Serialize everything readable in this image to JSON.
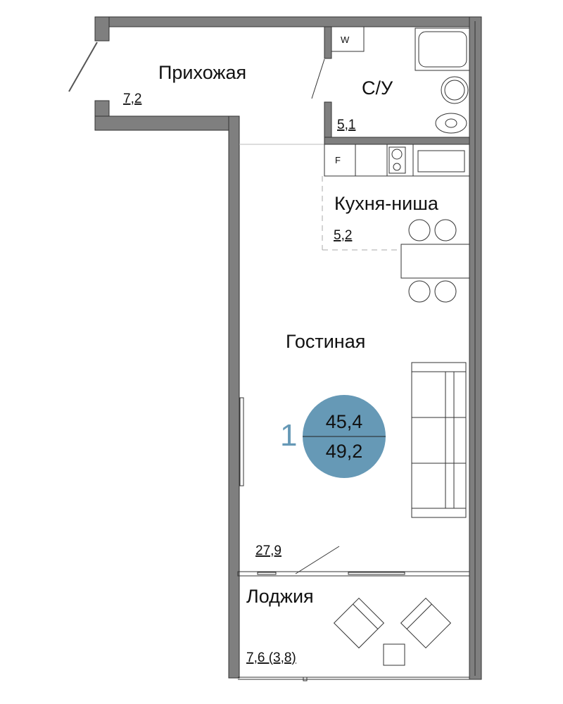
{
  "rooms": {
    "hallway": {
      "name": "Прихожая",
      "area": "7,2"
    },
    "bathroom": {
      "name": "С/У",
      "area": "5,1"
    },
    "kitchen": {
      "name": "Кухня-ниша",
      "area": "5,2"
    },
    "living": {
      "name": "Гостиная",
      "area": "27,9"
    },
    "loggia": {
      "name": "Лоджия",
      "area": "7,6 (3,8)"
    }
  },
  "fixtures": {
    "washer_label": "W",
    "fridge_label": "F"
  },
  "apartment": {
    "rooms_count": "1",
    "living_area": "45,4",
    "total_area": "49,2"
  },
  "colors": {
    "accent": "#6699b6",
    "wall": "#7f7f7f"
  }
}
